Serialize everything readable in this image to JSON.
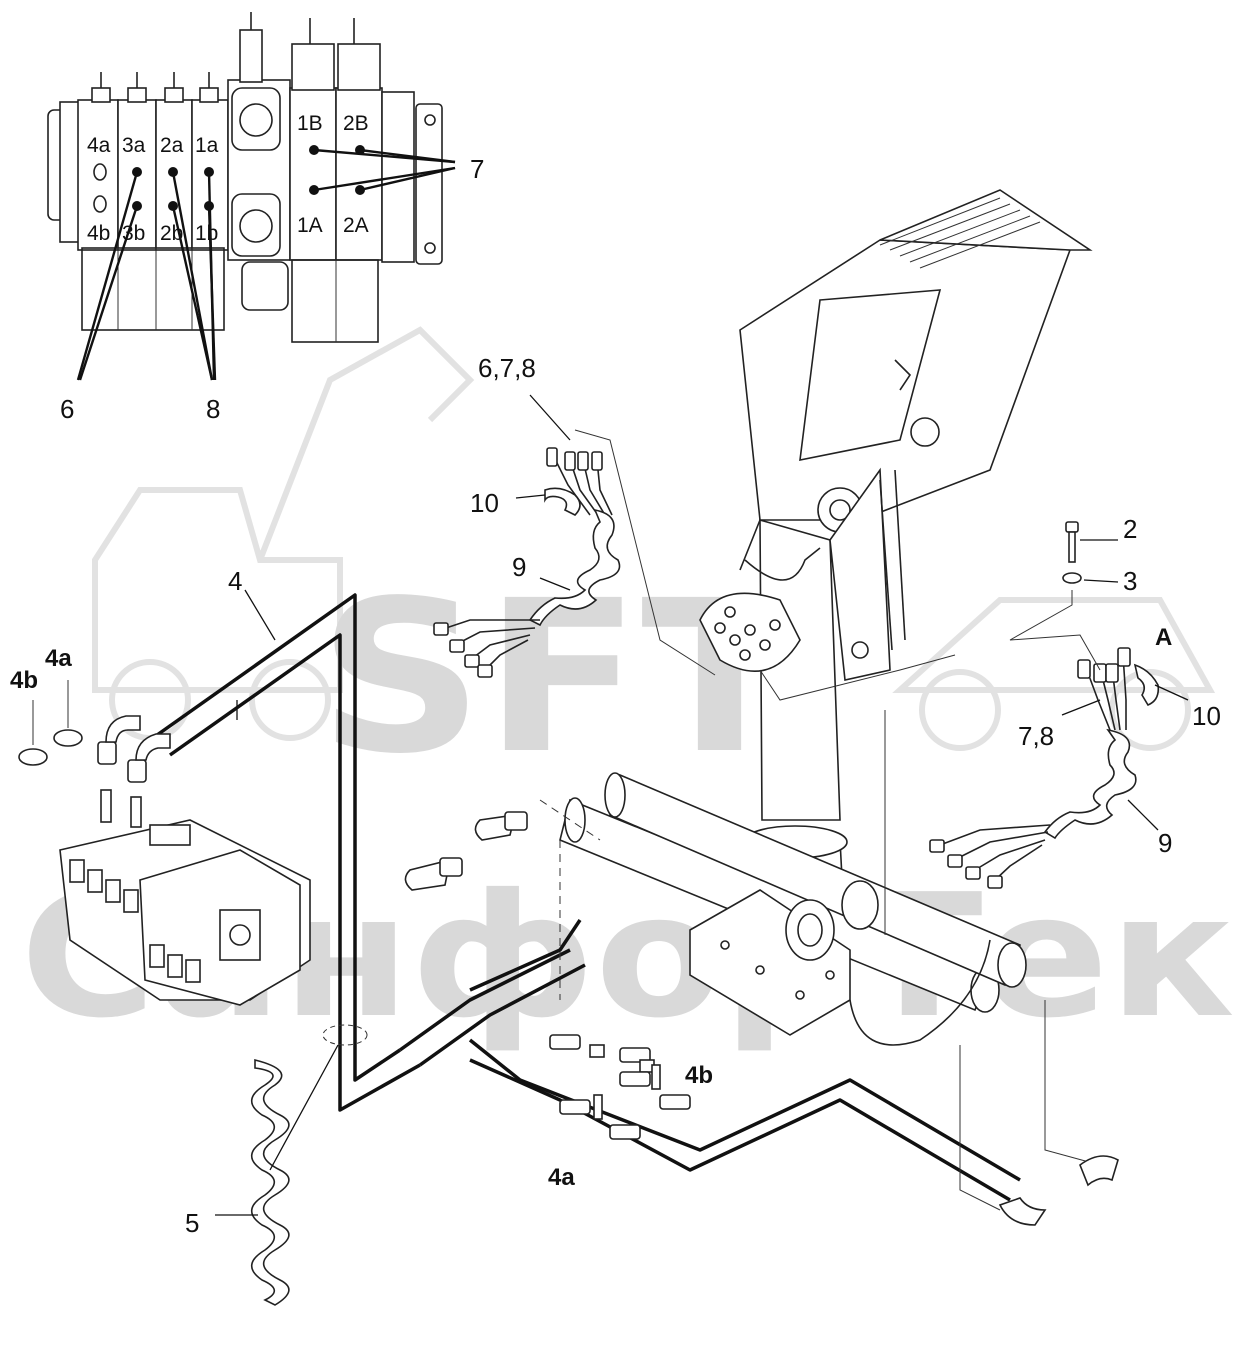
{
  "watermark": {
    "brand": "SFT",
    "brand_cyrillic": "СанфорТек"
  },
  "valve_block": {
    "port_labels_top": [
      "4a",
      "3a",
      "2a",
      "1a"
    ],
    "port_labels_bottom": [
      "4b",
      "3b",
      "2b",
      "1b"
    ],
    "section_labels_top": [
      "1B",
      "2B"
    ],
    "section_labels_bottom": [
      "1A",
      "2A"
    ]
  },
  "callouts": {
    "c2": "2",
    "c3": "3",
    "c4": "4",
    "c4a_hose": "4a",
    "c4b_hose": "4b",
    "c4a_legend": "4a",
    "c4b_legend": "4b",
    "c5": "5",
    "c6": "6",
    "c7": "7",
    "c8": "8",
    "c678": "6,7,8",
    "c9_left": "9",
    "c9_right": "9",
    "c10_left": "10",
    "c10_right": "10",
    "c78": "7,8",
    "cA": "A"
  }
}
